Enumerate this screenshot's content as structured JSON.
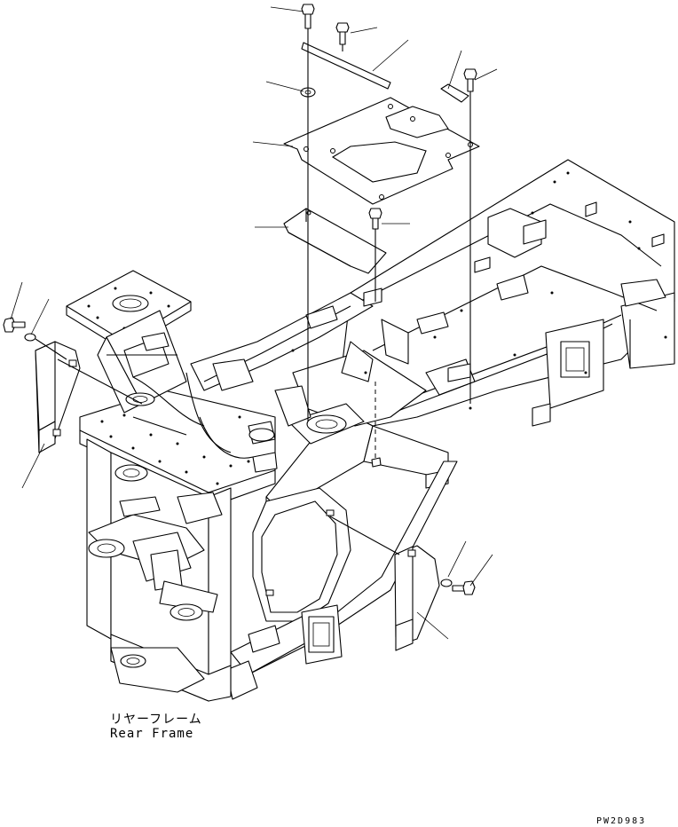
{
  "diagram": {
    "label_japanese": "リヤーフレーム",
    "label_english": "Rear Frame",
    "drawing_id": "PW2D983"
  }
}
